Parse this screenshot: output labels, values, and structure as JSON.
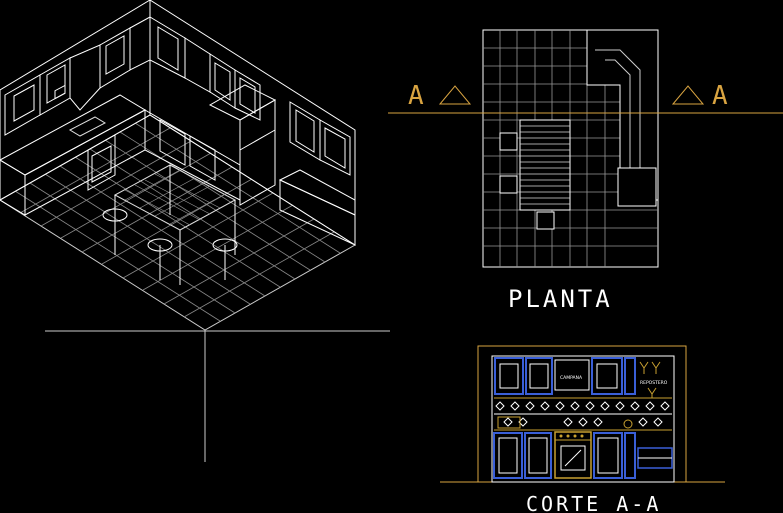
{
  "labels": {
    "plan": "PLANTA",
    "section": "CORTE A-A",
    "section_mark": "A",
    "hood": "CAMPANA",
    "pantry": "REPOSTERO"
  },
  "colors": {
    "background": "#000000",
    "line": "#ffffff",
    "section_line": "#d9a441",
    "accent_blue": "#3a5fd8",
    "accent_gold": "#c8a030"
  }
}
